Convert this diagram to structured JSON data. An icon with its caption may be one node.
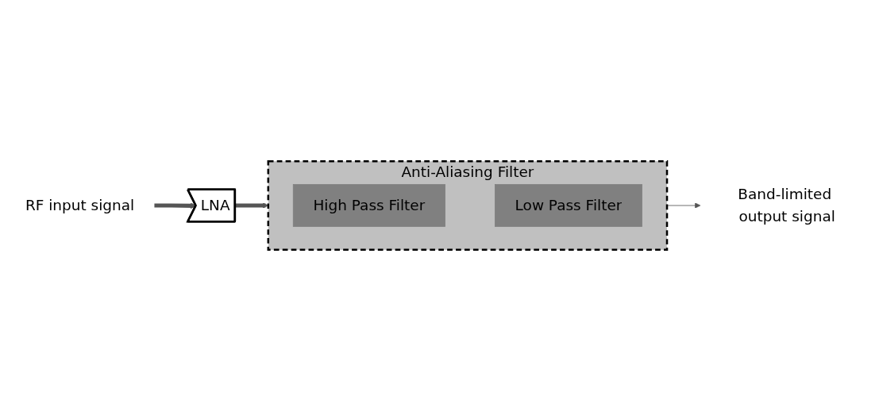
{
  "diagram": {
    "nodes": [
      {
        "text": [
          "RF input signal"
        ]
      },
      {
        "text": [
          "LNA"
        ]
      },
      {
        "text": [
          "Anti-Aliasing Filter"
        ]
      },
      {
        "text": [
          "High Pass Filter"
        ],
        "in": 2
      },
      {
        "text": [
          "Low Pass Filter"
        ],
        "in": 2
      },
      {
        "text": [
          "Band-limited output signal"
        ]
      }
    ],
    "edges": [
      {
        "from": 0,
        "to": 1,
        "arrow": "to"
      },
      {
        "from": 1,
        "to": 2,
        "arrow": "to"
      },
      {
        "from": 2,
        "to": 5,
        "arrow": "to"
      }
    ]
  }
}
